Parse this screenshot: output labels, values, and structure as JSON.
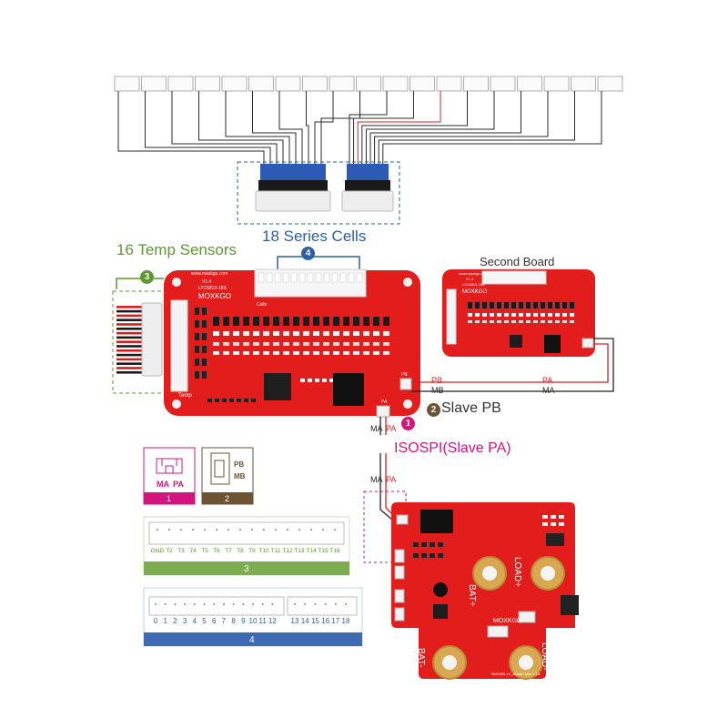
{
  "labels": {
    "series_cells": "18 Series Cells",
    "temp_sensors": "16 Temp Sensors",
    "second_board": "Second Board",
    "slave_pb": "Slave PB",
    "isospi": "ISOSPI(Slave PA)"
  },
  "badges": {
    "one": "1",
    "two": "2",
    "three": "3",
    "four": "4"
  },
  "signals": {
    "pb": "PB",
    "pa": "PA",
    "mb": "MB",
    "ma": "MA"
  },
  "main_board": {
    "url": "www.maxkgo.com",
    "version": "V1.4",
    "model": "LTC6813-18S",
    "brand": "MOXKGO",
    "cells_label": "Cells",
    "temp_label": "Temp",
    "pa_label": "PA",
    "pb_label": "PB"
  },
  "second_board": {
    "url": "www.maxkgo.com",
    "version": "V1.4",
    "model": "LTC6813-18S",
    "brand": "MOXKGO"
  },
  "master_board": {
    "load_plus": "LOAD+",
    "load_minus": "LOAD-",
    "bat_plus": "BAT+",
    "bat_minus": "BAT-",
    "brand": "MOXKGO",
    "footer": "BMS300-LV_Master Mini V1.6"
  },
  "legend": {
    "card1": {
      "number": "1",
      "pins": [
        "MA",
        "PA"
      ]
    },
    "card2": {
      "number": "2",
      "pins": [
        "PB",
        "MB"
      ]
    },
    "connector3": {
      "number": "3",
      "pins": [
        "GND",
        "T2",
        "T3",
        "T4",
        "T5",
        "T6",
        "T7",
        "T8",
        "T9",
        "T10",
        "T11",
        "T12",
        "T13",
        "T14",
        "T15",
        "T16"
      ]
    },
    "connector4": {
      "number": "4",
      "pins": [
        "0",
        "1",
        "2",
        "3",
        "4",
        "5",
        "6",
        "7",
        "8",
        "9",
        "10",
        "11",
        "12",
        "13",
        "14",
        "15",
        "16",
        "17",
        "18"
      ]
    }
  },
  "colors": {
    "board_red": "#e31c1c",
    "blue_label": "#2f5f9e",
    "green_label": "#5a9a2e",
    "magenta": "#d4147d",
    "brown": "#6e5232",
    "wire_blue": "#2b5bb5",
    "wire_red": "#d62020"
  }
}
